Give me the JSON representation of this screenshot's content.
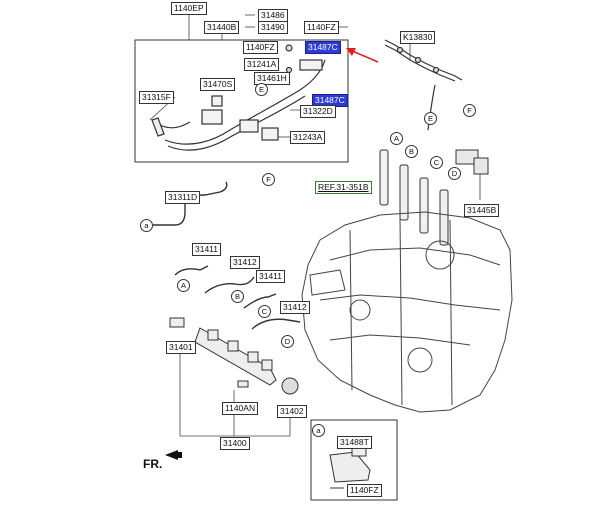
{
  "parts": {
    "p1140EP": "1140EP",
    "p31486": "31486",
    "p31440B": "31440B",
    "p31490": "31490",
    "p1140FZ_top": "1140FZ",
    "pK13830": "K13830",
    "p1140FZ_mid": "1140FZ",
    "p31487C_a": "31487C",
    "p31241A": "31241A",
    "p31461H": "31461H",
    "p31470S": "31470S",
    "p31315F": "31315F",
    "p31487C_b": "31487C",
    "p31322D": "31322D",
    "p31243A": "31243A",
    "pRef": "REF.31-351B",
    "p31445B": "31445B",
    "p31311D": "31311D",
    "p31411_a": "31411",
    "p31412_a": "31412",
    "p31411_b": "31411",
    "p31412_b": "31412",
    "p31401": "31401",
    "p1140AN": "1140AN",
    "p31402": "31402",
    "p31400": "31400",
    "p31488T": "31488T",
    "p1140FZ_inset": "1140FZ"
  },
  "callouts": {
    "a1": "a",
    "a2": "a",
    "A1": "A",
    "A2": "A",
    "B1": "B",
    "B2": "B",
    "C1": "C",
    "C2": "C",
    "D1": "D",
    "D2": "D",
    "E1": "E",
    "E2": "E",
    "F1": "F",
    "F2": "F"
  },
  "direction_label": "FR.",
  "colors": {
    "highlight": "#2f3ad6",
    "arrow": "#e02020",
    "ref_box": "#2e7d32"
  }
}
